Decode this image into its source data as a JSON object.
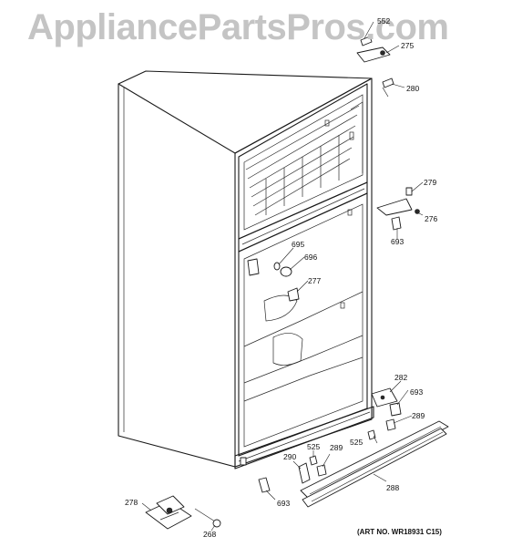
{
  "watermark": "AppliancePartsPros.com",
  "art_number": "(ART NO. WR18931 C15)",
  "callouts": [
    {
      "id": "552",
      "label": "552"
    },
    {
      "id": "275",
      "label": "275"
    },
    {
      "id": "280",
      "label": "280"
    },
    {
      "id": "279",
      "label": "279"
    },
    {
      "id": "276",
      "label": "276"
    },
    {
      "id": "693-a",
      "label": "693"
    },
    {
      "id": "695",
      "label": "695"
    },
    {
      "id": "696",
      "label": "696"
    },
    {
      "id": "277",
      "label": "277"
    },
    {
      "id": "282",
      "label": "282"
    },
    {
      "id": "693-b",
      "label": "693"
    },
    {
      "id": "289-a",
      "label": "289"
    },
    {
      "id": "525-a",
      "label": "525"
    },
    {
      "id": "525-b",
      "label": "525"
    },
    {
      "id": "289-b",
      "label": "289"
    },
    {
      "id": "290",
      "label": "290"
    },
    {
      "id": "288",
      "label": "288"
    },
    {
      "id": "693-c",
      "label": "693"
    },
    {
      "id": "278",
      "label": "278"
    },
    {
      "id": "268",
      "label": "268"
    }
  ]
}
